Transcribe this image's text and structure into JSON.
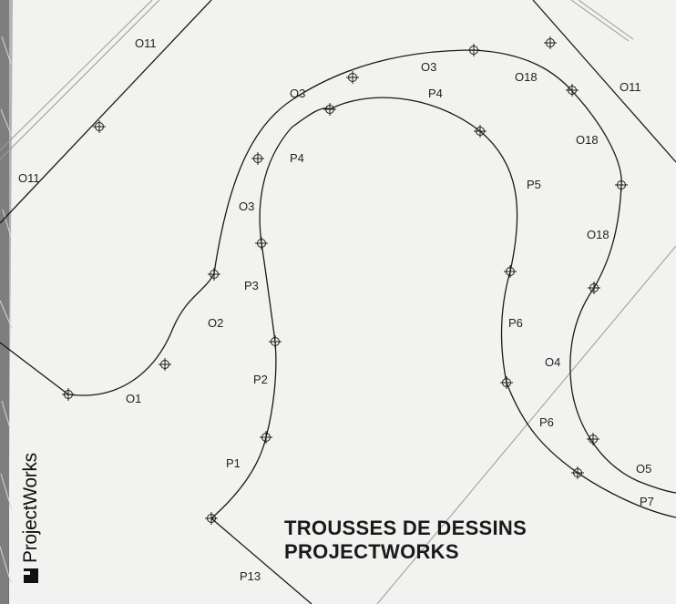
{
  "brand": {
    "name": "ProjectWorks"
  },
  "title": {
    "line1": "TROUSSES DE DESSINS",
    "line2": "PROJECTWORKS"
  },
  "labels": {
    "o11_top": "O11",
    "o11_right": "O11",
    "o11_left": "O11",
    "o3_a": "O3",
    "o3_b": "O3",
    "o3_c": "O3",
    "p4_a": "P4",
    "p4_b": "P4",
    "o18_a": "O18",
    "o18_b": "O18",
    "o18_c": "O18",
    "p5": "P5",
    "p3": "P3",
    "p2": "P2",
    "p1": "P1",
    "o2": "O2",
    "o1": "O1",
    "p6_a": "P6",
    "p6_b": "P6",
    "o4": "O4",
    "o5": "O5",
    "p7": "P7",
    "p13": "P13"
  },
  "colors": {
    "line": "#1a1a1a",
    "background": "#f2f2f0",
    "guide": "#9a9a9a"
  }
}
